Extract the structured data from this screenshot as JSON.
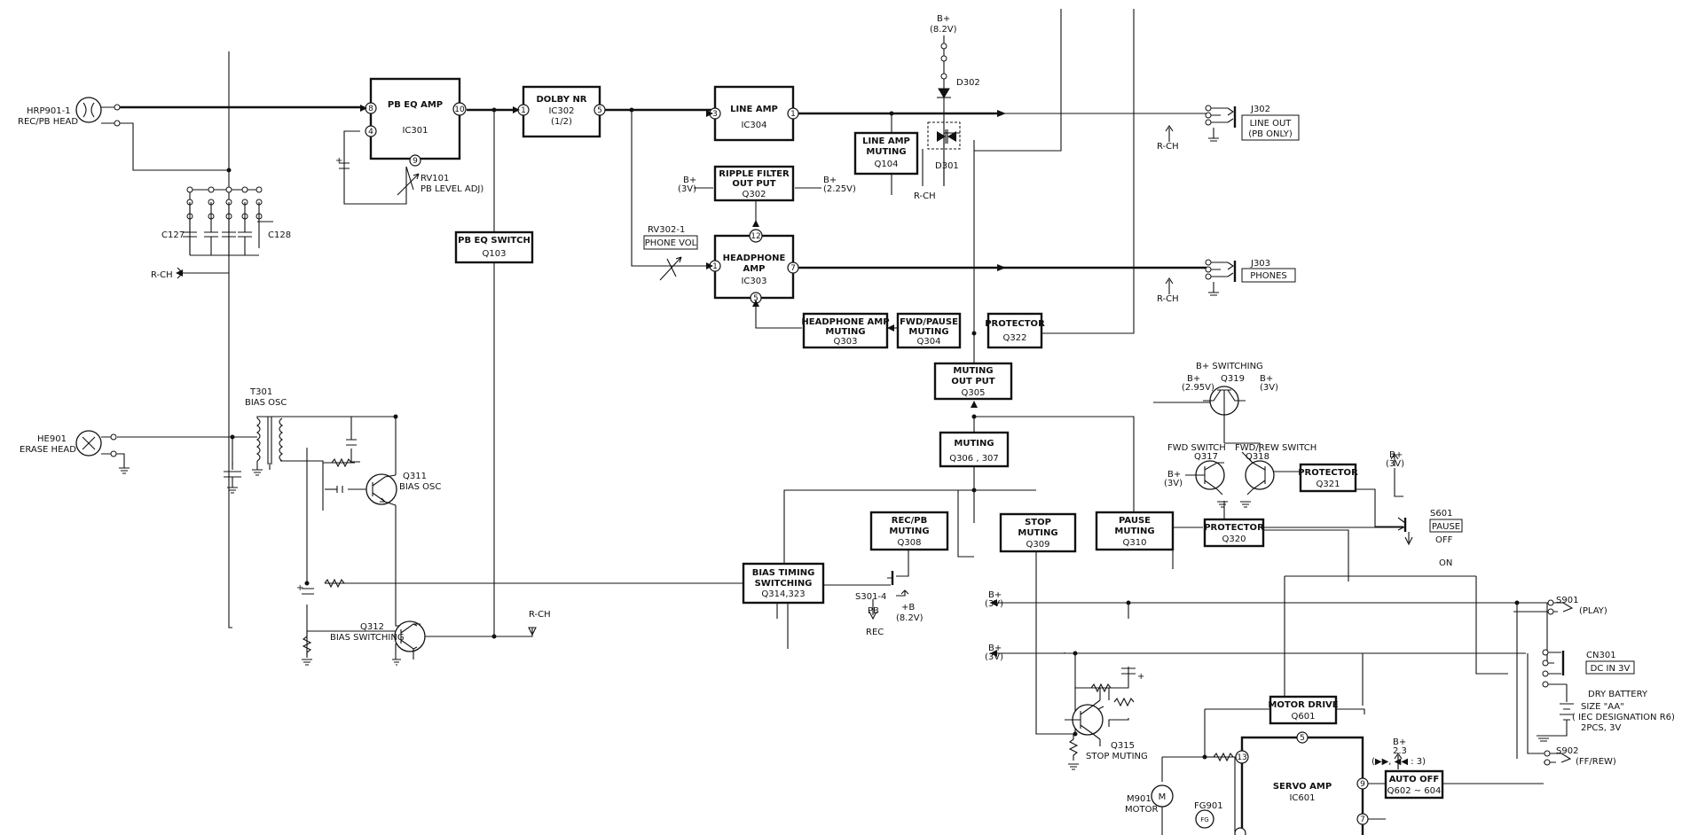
{
  "blocks": {
    "pb_eq_amp": {
      "title": "PB EQ AMP",
      "sub": "IC301"
    },
    "dolby_nr": {
      "title": "DOLBY NR",
      "sub": "IC302",
      "sub2": "(1/2)"
    },
    "line_amp": {
      "title": "LINE AMP",
      "sub": "IC304"
    },
    "line_amp_muting": {
      "title": "LINE AMP",
      "title2": "MUTING",
      "sub": "Q104"
    },
    "ripple_filter": {
      "title": "RIPPLE FILTER",
      "title2": "OUT PUT",
      "sub": "Q302"
    },
    "headphone_amp": {
      "title": "HEADPHONE",
      "title2": "AMP",
      "sub": "IC303"
    },
    "pb_eq_switch": {
      "title": "PB EQ SWITCH",
      "sub": "Q103"
    },
    "headphone_amp_muting": {
      "title": "HEADPHONE AMP",
      "title2": "MUTING",
      "sub": "Q303"
    },
    "fwd_pause_muting": {
      "title": "FWD/PAUSE",
      "title2": "MUTING",
      "sub": "Q304"
    },
    "protector_q322": {
      "title": "PROTECTOR",
      "sub": "Q322"
    },
    "muting_out_put": {
      "title": "MUTING",
      "title2": "OUT PUT",
      "sub": "Q305"
    },
    "muting_q306": {
      "title": "MUTING",
      "sub": "Q306 , 307"
    },
    "rec_pb_muting": {
      "title": "REC/PB",
      "title2": "MUTING",
      "sub": "Q308"
    },
    "stop_muting": {
      "title": "STOP",
      "title2": "MUTING",
      "sub": "Q309"
    },
    "pause_muting": {
      "title": "PAUSE",
      "title2": "MUTING",
      "sub": "Q310"
    },
    "protector_q320": {
      "title": "PROTECTOR",
      "sub": "Q320"
    },
    "protector_q321": {
      "title": "PROTECTOR",
      "sub": "Q321"
    },
    "bias_timing": {
      "title": "BIAS TIMING",
      "title2": "SWITCHING",
      "sub": "Q314,323"
    },
    "motor_drive": {
      "title": "MOTOR DRIVE",
      "sub": "Q601"
    },
    "auto_off": {
      "title": "AUTO OFF",
      "sub": "Q602 ~ 604"
    },
    "servo_amp": {
      "title": "SERVO AMP",
      "sub": "IC601"
    }
  },
  "pins": {
    "pb_eq_in": "8",
    "pb_eq_fb": "4",
    "pb_eq_out": "10",
    "pb_eq_adj": "9",
    "dolby_in": "1",
    "dolby_out": "5",
    "line_in": "3",
    "line_out": "1",
    "hp_in": "1",
    "hp_out": "7",
    "hp_mute": "5",
    "hp_ripple": "12",
    "servo_13": "13",
    "servo_5": "5",
    "servo_9": "9",
    "servo_7": "7"
  },
  "labels": {
    "hrp901": "HRP901-1",
    "rec_pb_head": "REC/PB HEAD",
    "he901": "HE901",
    "erase_head": "ERASE HEAD",
    "rv101": "RV101",
    "pb_level_adj": "PB LEVEL ADJ)",
    "c127": "C127",
    "c128": "C128",
    "rch": "R-CH",
    "t301": "T301",
    "bias_osc": "BIAS OSC",
    "q311": "Q311",
    "q311_name": "BIAS OSC",
    "q312": "Q312",
    "q312_name": "BIAS SWITCHING",
    "rv302": "RV302-1",
    "phone_vol": "PHONE VOL",
    "bplus": "B+",
    "v82": "(8.2V)",
    "v3": "(3V)",
    "v225": "(2.25V)",
    "v295": "(2.95V)",
    "d302": "D302",
    "d301": "D301",
    "j302": "J302",
    "line_out": "LINE OUT",
    "pb_only": "(PB ONLY)",
    "j303": "J303",
    "phones": "PHONES",
    "b_switching": "B+ SWITCHING",
    "q319": "Q319",
    "fwd_switch": "FWD SWITCH",
    "fwd_rew_switch": "FWD/REW SWITCH",
    "q317": "Q317",
    "q318": "Q318",
    "s601": "S601",
    "pause": "PAUSE",
    "off": "OFF",
    "on": "ON",
    "s301": "S301-4",
    "pb": "PB",
    "rec": "REC",
    "b8": "+B",
    "s901": "S901",
    "play": "(PLAY)",
    "cn301": "CN301",
    "dc_in": "DC IN 3V",
    "dry_battery": "DRY BATTERY",
    "size_aa": "SIZE \"AA\"",
    "iec": "( IEC DESIGNATION R6)",
    "two_pcs": "2PCS, 3V",
    "s902": "S902",
    "ff_rew": "(FF/REW)",
    "q315": "Q315",
    "q315_name": "STOP MUTING",
    "m901": "M901",
    "motor": "MOTOR",
    "m": "M",
    "fg901": "FG901",
    "fg": "FG",
    "b23": "2.3",
    "b23_note": "(▶▶, ◀◀ : 3)"
  }
}
